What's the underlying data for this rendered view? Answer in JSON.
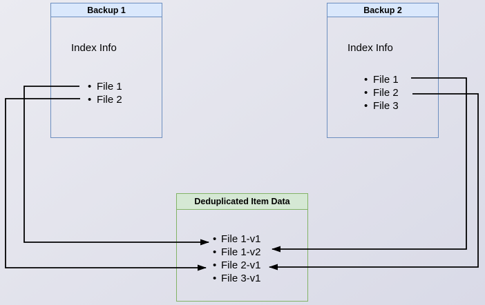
{
  "backup1": {
    "title": "Backup 1",
    "subtitle": "Index Info",
    "files": [
      "File 1",
      "File 2"
    ]
  },
  "backup2": {
    "title": "Backup 2",
    "subtitle": "Index Info",
    "files": [
      "File 1",
      "File 2",
      "File 3"
    ]
  },
  "dedup": {
    "title": "Deduplicated Item Data",
    "items": [
      "File 1-v1",
      "File 1-v2",
      "File 2-v1",
      "File 3-v1"
    ]
  },
  "connections": [
    {
      "from": "Backup 1 / File 1",
      "to": "Deduplicated Item Data / File 1-v1"
    },
    {
      "from": "Backup 1 / File 2",
      "to": "Deduplicated Item Data / File 2-v1"
    },
    {
      "from": "Backup 2 / File 1",
      "to": "Deduplicated Item Data / File 1-v2"
    },
    {
      "from": "Backup 2 / File 2",
      "to": "Deduplicated Item Data / File 2-v1"
    }
  ],
  "colors": {
    "backup_header_fill": "#dae8fc",
    "backup_border": "#6c8ebf",
    "dedup_header_fill": "#d5e8d4",
    "dedup_border": "#82b366",
    "arrow": "#000000",
    "text": "#000000",
    "background_start": "#ebebf1",
    "background_end": "#d9dae7"
  }
}
